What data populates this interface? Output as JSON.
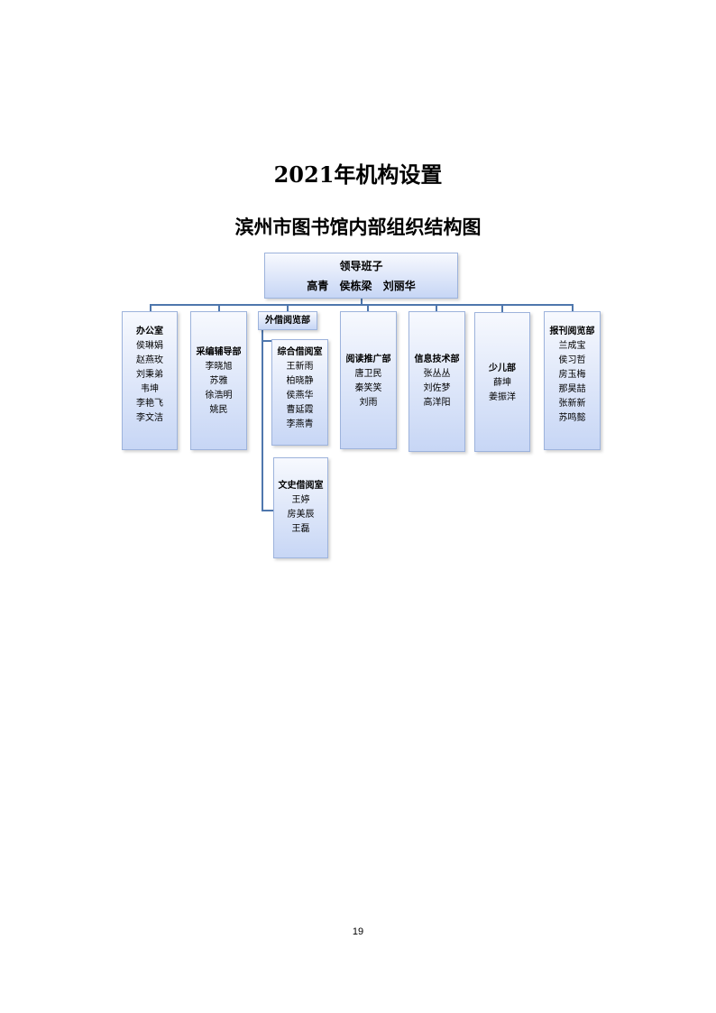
{
  "page_title": "2021年机构设置",
  "chart_title": "滨州市图书馆内部组织结构图",
  "leadership": {
    "label": "领导班子",
    "members": [
      "高青",
      "侯栋梁",
      "刘丽华"
    ]
  },
  "departments": [
    {
      "name": "办公室",
      "members": [
        "侯琳娟",
        "赵燕玫",
        "刘秉弟",
        "韦坤",
        "李艳飞",
        "李文洁"
      ]
    },
    {
      "name": "采编辅导部",
      "members": [
        "李晓旭",
        "苏雅",
        "徐浩明",
        "姚民"
      ]
    },
    {
      "name": "外借阅览部",
      "members": []
    },
    {
      "name": "阅读推广部",
      "members": [
        "唐卫民",
        "秦笑笑",
        "刘雨"
      ]
    },
    {
      "name": "信息技术部",
      "members": [
        "张丛丛",
        "刘佐梦",
        "高洋阳"
      ]
    },
    {
      "name": "少儿部",
      "members": [
        "薛坤",
        "姜振洋"
      ]
    },
    {
      "name": "报刊阅览部",
      "members": [
        "兰成宝",
        "侯习哲",
        "房玉梅",
        "那昊喆",
        "张新新",
        "苏鸣懿"
      ]
    }
  ],
  "sub_rooms": [
    {
      "name": "综合借阅室",
      "members": [
        "王新雨",
        "柏晓静",
        "侯燕华",
        "曹延霞",
        "李燕青"
      ]
    },
    {
      "name": "文史借阅室",
      "members": [
        "王婷",
        "房美辰",
        "王磊"
      ]
    }
  ],
  "page_number": "19"
}
